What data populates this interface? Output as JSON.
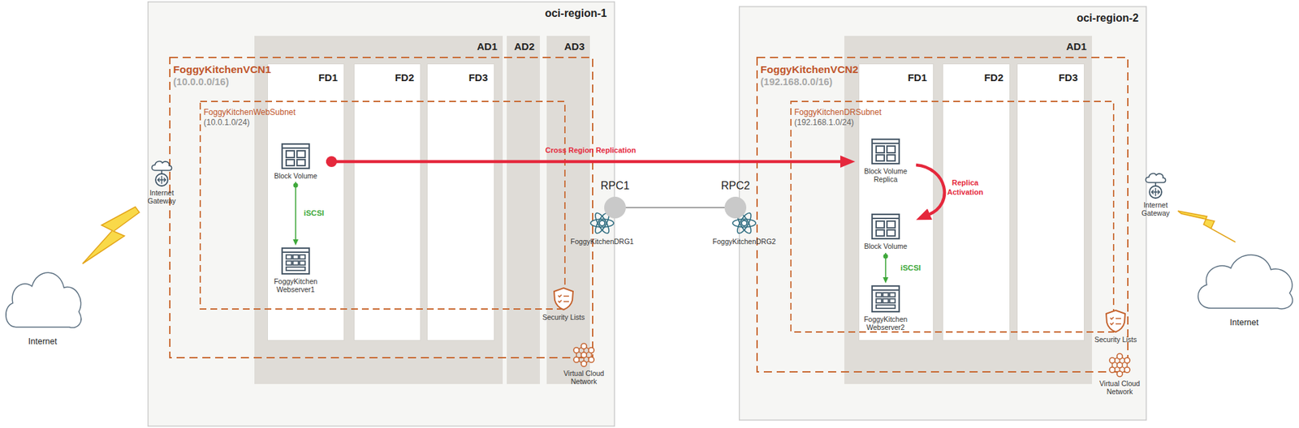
{
  "diagram": {
    "nodes": [
      {
        "text": [
          "Internet"
        ]
      },
      {
        "text": [
          "oci-region-1"
        ]
      },
      {
        "text": [
          "AD1"
        ],
        "in": 1
      },
      {
        "text": [
          "AD2"
        ],
        "in": 1
      },
      {
        "text": [
          "AD3"
        ],
        "in": 1
      },
      {
        "text": [
          "FD1"
        ],
        "in": 2
      },
      {
        "text": [
          "FD2"
        ],
        "in": 2
      },
      {
        "text": [
          "FD3"
        ],
        "in": 2
      },
      {
        "text": [
          "FoggyKitchenVCN1",
          "(10.0.0.0/16)"
        ],
        "in": 1
      },
      {
        "text": [
          "Internet Gateway"
        ],
        "in": 1
      },
      {
        "text": [
          "FoggyKitchenWebSubnet",
          "(10.0.1.0/24)"
        ],
        "in": 8
      },
      {
        "text": [
          "Block Volume"
        ],
        "in": 10
      },
      {
        "text": [
          "FoggyKitchen Webserver1"
        ],
        "in": 10
      },
      {
        "text": [
          "Security Lists"
        ],
        "in": 8
      },
      {
        "text": [
          "Virtual Cloud Network"
        ],
        "in": 8
      },
      {
        "text": [
          "FoggyKitchenDRG1"
        ],
        "in": 1
      },
      {
        "text": [
          "RPC1"
        ]
      },
      {
        "text": [
          "RPC2"
        ]
      },
      {
        "text": [
          "oci-region-2"
        ]
      },
      {
        "text": [
          "AD1"
        ],
        "in": 18
      },
      {
        "text": [
          "FD1"
        ],
        "in": 19
      },
      {
        "text": [
          "FD2"
        ],
        "in": 19
      },
      {
        "text": [
          "FD3"
        ],
        "in": 19
      },
      {
        "text": [
          "FoggyKitchenVCN2",
          "(192.168.0.0/16)"
        ],
        "in": 18
      },
      {
        "text": [
          "FoggyKitchenDRSubnet",
          "(192.168.1.0/24)"
        ],
        "in": 23
      },
      {
        "text": [
          "Block Volume Replica"
        ],
        "in": 24
      },
      {
        "text": [
          "Block Volume"
        ],
        "in": 24
      },
      {
        "text": [
          "FoggyKitchen Webserver2"
        ],
        "in": 24
      },
      {
        "text": [
          "Security Lists"
        ],
        "in": 23
      },
      {
        "text": [
          "Virtual Cloud Network"
        ],
        "in": 23
      },
      {
        "text": [
          "FoggyKitchenDRG2"
        ],
        "in": 18
      },
      {
        "text": [
          "Internet Gateway"
        ]
      },
      {
        "text": [
          "Internet"
        ]
      }
    ],
    "edges": [
      {
        "from": 11,
        "to": 12,
        "label": "iSCSI",
        "arrow": "to"
      },
      {
        "from": 11,
        "to": 25,
        "label": "Cross Region Replication",
        "arrow": "to"
      },
      {
        "from": 25,
        "to": 26,
        "label": "Replica Activation",
        "arrow": "to"
      },
      {
        "from": 26,
        "to": 27,
        "label": "iSCSI",
        "arrow": "to"
      },
      {
        "from": 16,
        "to": 17,
        "arrow": "none"
      }
    ]
  }
}
